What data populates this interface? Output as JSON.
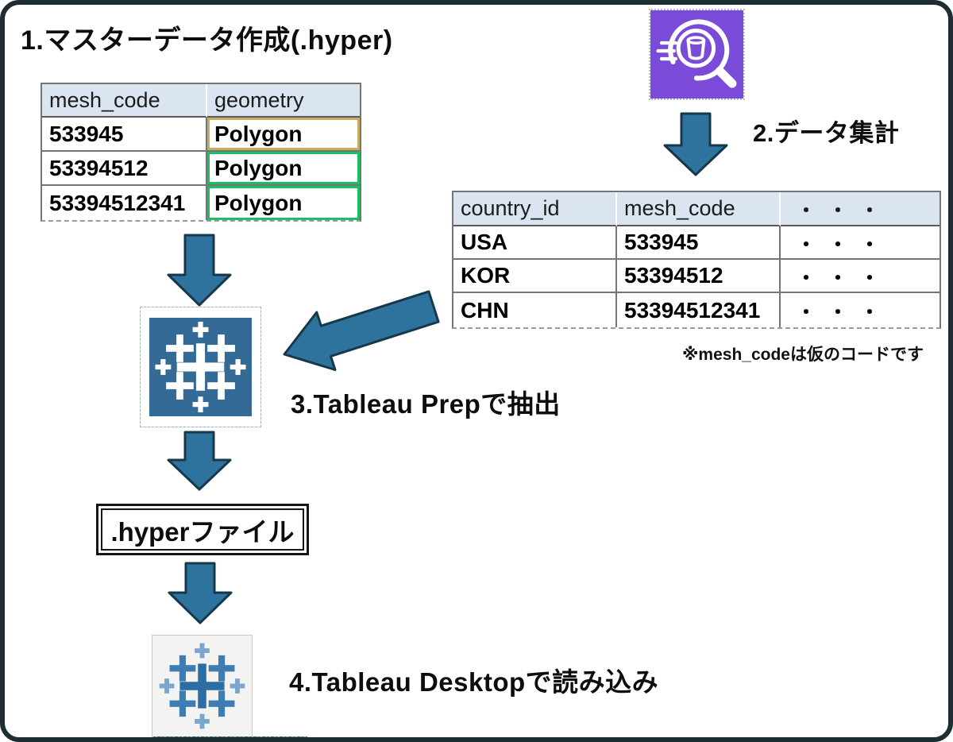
{
  "steps": {
    "step1_title": "1.マスターデータ作成(.hyper)",
    "step2_title": "2.データ集計",
    "step3_title": "3.Tableau Prepで抽出",
    "step4_title": "4.Tableau Desktopで読み込み"
  },
  "master_table": {
    "headers": [
      "mesh_code",
      "geometry"
    ],
    "rows": [
      {
        "mesh_code": "533945",
        "geometry": "Polygon",
        "highlight": "tan"
      },
      {
        "mesh_code": "53394512",
        "geometry": "Polygon",
        "highlight": "green"
      },
      {
        "mesh_code": "53394512341",
        "geometry": "Polygon",
        "highlight": "green"
      }
    ]
  },
  "aggregate_table": {
    "headers": [
      "country_id",
      "mesh_code",
      "・・・"
    ],
    "rows": [
      {
        "country_id": "USA",
        "mesh_code": "533945",
        "more": "・・・"
      },
      {
        "country_id": "KOR",
        "mesh_code": "53394512",
        "more": "・・・"
      },
      {
        "country_id": "CHN",
        "mesh_code": "53394512341",
        "more": "・・・"
      }
    ]
  },
  "note": "※mesh_codeは仮のコードです",
  "hyper_file_label": ".hyperファイル",
  "icons": {
    "athena": "athena-icon",
    "tableau_prep": "tableau-prep-icon",
    "tableau_desktop": "tableau-desktop-icon",
    "arrows": [
      "arrow-down-icon",
      "arrow-down-icon",
      "arrow-left-diagonal-icon",
      "arrow-down-icon",
      "arrow-down-icon"
    ]
  },
  "colors": {
    "athena_purple": "#7a4bd8",
    "arrow_blue": "#2d739e",
    "arrow_outline": "#16384a",
    "table_header_blue": "#dbe4f1",
    "highlight_green": "#17c161",
    "highlight_tan": "#c9ad5e",
    "tableau_blue": "#336b96",
    "canvas_border": "#1d2e31"
  }
}
